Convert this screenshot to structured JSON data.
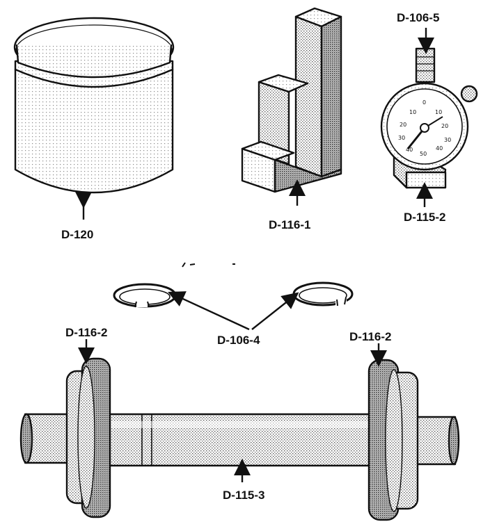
{
  "tools": [
    {
      "id": "jar",
      "label": "D-120"
    },
    {
      "id": "gauge-block",
      "label": "D-116-1"
    },
    {
      "id": "dial-indicator",
      "label": "D-106-5"
    },
    {
      "id": "indicator-base",
      "label": "D-115-2"
    },
    {
      "id": "snap-rings",
      "label": "D-106-4"
    },
    {
      "id": "collar-left",
      "label": "D-116-2"
    },
    {
      "id": "collar-right",
      "label": "D-116-2"
    },
    {
      "id": "arbor",
      "label": "D-115-3"
    }
  ],
  "dial_numbers": [
    "10",
    "0",
    "10",
    "20",
    "20",
    "30",
    "30",
    "40",
    "50",
    "40"
  ],
  "colors": {
    "ink": "#111111",
    "paper": "#ffffff",
    "stipple": "#8a8a8a"
  }
}
